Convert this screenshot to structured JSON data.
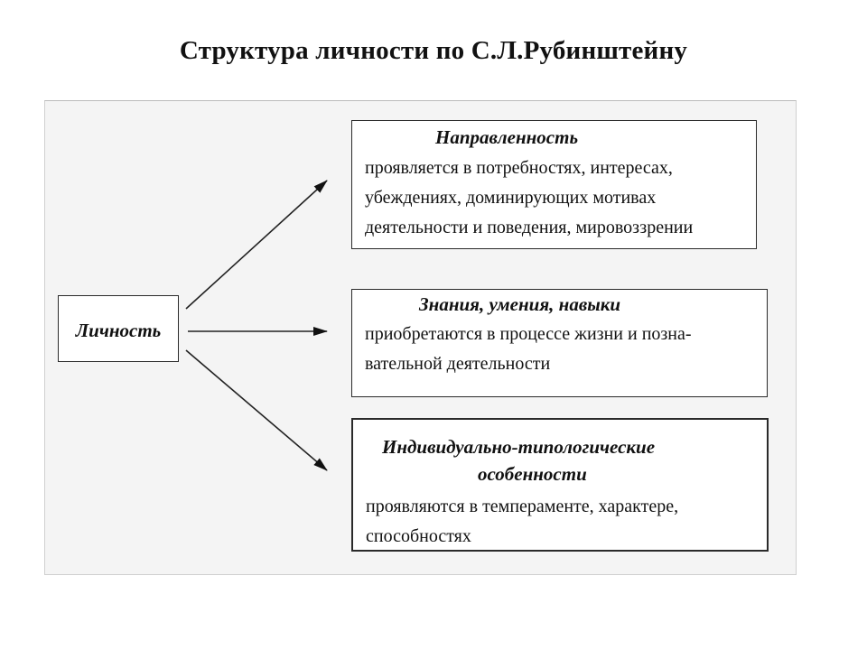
{
  "title": "Структура личности по С.Л.Рубинштейну",
  "root": {
    "label": "Личность"
  },
  "branches": [
    {
      "heading": "Направленность",
      "desc_lines": [
        "проявляется в потребностях, интересах,",
        "убеждениях, доминирующих мотивах",
        "деятельности и поведения, мировоззрении"
      ]
    },
    {
      "heading": "Знания, умения, навыки",
      "desc_lines": [
        "приобретаются в процессе жизни и позна-",
        "вательной деятельности"
      ]
    },
    {
      "heading_lines": [
        "Индивидуально-типологические",
        "особенности"
      ],
      "desc_lines": [
        "проявляются в темпераменте, характере,",
        "способностях"
      ]
    }
  ]
}
